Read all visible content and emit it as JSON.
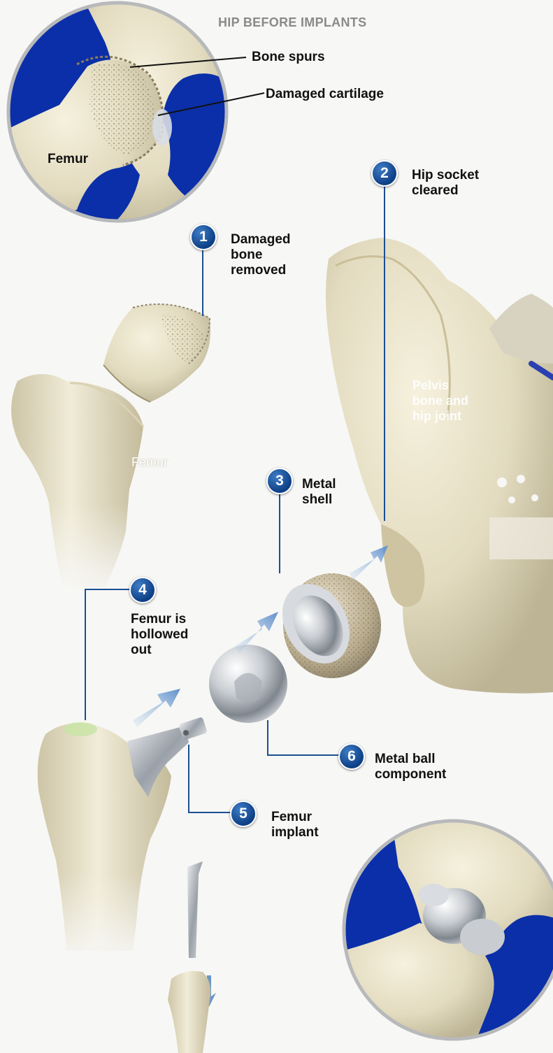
{
  "title": "HIP BEFORE IMPLANTS",
  "inset_labels": {
    "bone_spurs": "Bone spurs",
    "damaged_cartilage": "Damaged cartilage",
    "femur": "Femur"
  },
  "steps": [
    {
      "number": "1",
      "label": "Damaged\nbone\nremoved"
    },
    {
      "number": "2",
      "label": "Hip socket\ncleared"
    },
    {
      "number": "3",
      "label": "Metal\nshell"
    },
    {
      "number": "4",
      "label": "Femur is\nhollowed\nout"
    },
    {
      "number": "5",
      "label": "Femur\nimplant"
    },
    {
      "number": "6",
      "label": "Metal ball\ncomponent"
    }
  ],
  "bone_labels": {
    "pelvis": "Pelvis\nbone and\nhip joint",
    "femur": "Femur"
  },
  "colors": {
    "badge_blue": "#1a4f96",
    "leader_blue": "#1b4f93",
    "inset_background": "#0b2fa8",
    "bone": "#e6dfc4",
    "metal": "#c9ccd0",
    "arrow_blue": "#7aa6d6"
  }
}
